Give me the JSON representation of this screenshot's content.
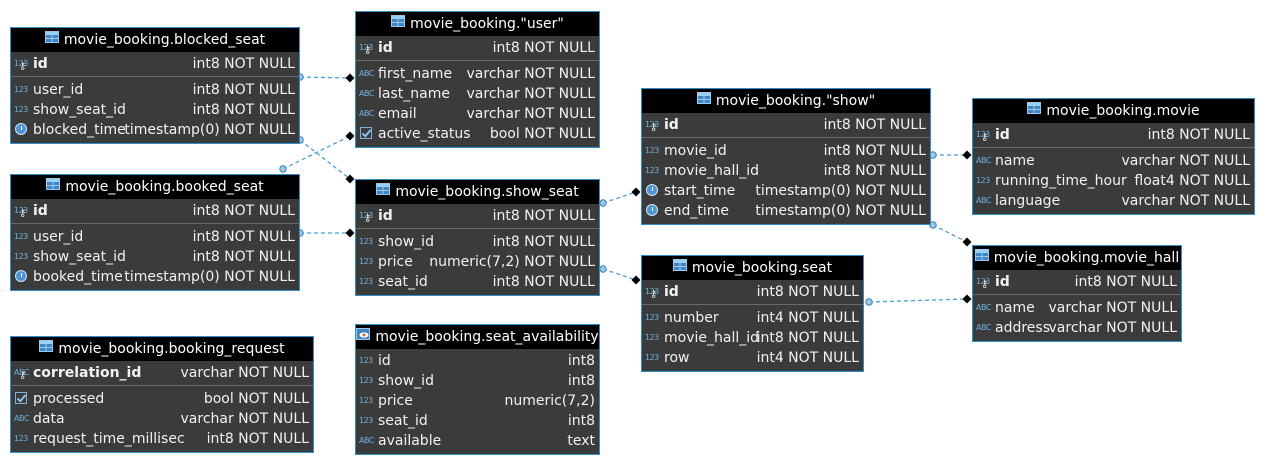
{
  "tables": [
    {
      "id": "blocked_seat",
      "title": "movie_booking.blocked_seat",
      "view": false,
      "pk": [
        {
          "icon": "123-key",
          "name": "id",
          "type": "int8 NOT NULL"
        }
      ],
      "cols": [
        {
          "icon": "123",
          "name": "user_id",
          "type": "int8 NOT NULL"
        },
        {
          "icon": "123",
          "name": "show_seat_id",
          "type": "int8 NOT NULL"
        },
        {
          "icon": "clock",
          "name": "blocked_time",
          "type": "timestamp(0) NOT NULL"
        }
      ]
    },
    {
      "id": "user",
      "title": "movie_booking.\"user\"",
      "view": false,
      "pk": [
        {
          "icon": "123-key",
          "name": "id",
          "type": "int8 NOT NULL"
        }
      ],
      "cols": [
        {
          "icon": "abc",
          "name": "first_name",
          "type": "varchar NOT NULL"
        },
        {
          "icon": "abc",
          "name": "last_name",
          "type": "varchar NOT NULL"
        },
        {
          "icon": "abc",
          "name": "email",
          "type": "varchar NOT NULL"
        },
        {
          "icon": "check",
          "name": "active_status",
          "type": "bool NOT NULL"
        }
      ]
    },
    {
      "id": "booked_seat",
      "title": "movie_booking.booked_seat",
      "view": false,
      "pk": [
        {
          "icon": "123-key",
          "name": "id",
          "type": "int8 NOT NULL"
        }
      ],
      "cols": [
        {
          "icon": "123",
          "name": "user_id",
          "type": "int8 NOT NULL"
        },
        {
          "icon": "123",
          "name": "show_seat_id",
          "type": "int8 NOT NULL"
        },
        {
          "icon": "clock",
          "name": "booked_time",
          "type": "timestamp(0) NOT NULL"
        }
      ]
    },
    {
      "id": "show_seat",
      "title": "movie_booking.show_seat",
      "view": false,
      "pk": [
        {
          "icon": "123-key",
          "name": "id",
          "type": "int8 NOT NULL"
        }
      ],
      "cols": [
        {
          "icon": "123",
          "name": "show_id",
          "type": "int8 NOT NULL"
        },
        {
          "icon": "123",
          "name": "price",
          "type": "numeric(7,2) NOT NULL"
        },
        {
          "icon": "123",
          "name": "seat_id",
          "type": "int8 NOT NULL"
        }
      ]
    },
    {
      "id": "show",
      "title": "movie_booking.\"show\"",
      "view": false,
      "pk": [
        {
          "icon": "123-key",
          "name": "id",
          "type": "int8 NOT NULL"
        }
      ],
      "cols": [
        {
          "icon": "123",
          "name": "movie_id",
          "type": "int8 NOT NULL"
        },
        {
          "icon": "123",
          "name": "movie_hall_id",
          "type": "int8 NOT NULL"
        },
        {
          "icon": "clock",
          "name": "start_time",
          "type": "timestamp(0) NOT NULL"
        },
        {
          "icon": "clock",
          "name": "end_time",
          "type": "timestamp(0) NOT NULL"
        }
      ]
    },
    {
      "id": "movie",
      "title": "movie_booking.movie",
      "view": false,
      "pk": [
        {
          "icon": "123-key",
          "name": "id",
          "type": "int8 NOT NULL"
        }
      ],
      "cols": [
        {
          "icon": "abc",
          "name": "name",
          "type": "varchar NOT NULL"
        },
        {
          "icon": "123",
          "name": "running_time_hour",
          "type": "float4 NOT NULL"
        },
        {
          "icon": "abc",
          "name": "language",
          "type": "varchar NOT NULL"
        }
      ]
    },
    {
      "id": "seat",
      "title": "movie_booking.seat",
      "view": false,
      "pk": [
        {
          "icon": "123-key",
          "name": "id",
          "type": "int8 NOT NULL"
        }
      ],
      "cols": [
        {
          "icon": "123",
          "name": "number",
          "type": "int4 NOT NULL"
        },
        {
          "icon": "123",
          "name": "movie_hall_id",
          "type": "int8 NOT NULL"
        },
        {
          "icon": "123",
          "name": "row",
          "type": "int4 NOT NULL"
        }
      ]
    },
    {
      "id": "movie_hall",
      "title": "movie_booking.movie_hall",
      "view": false,
      "pk": [
        {
          "icon": "123-key",
          "name": "id",
          "type": "int8 NOT NULL"
        }
      ],
      "cols": [
        {
          "icon": "abc",
          "name": "name",
          "type": "varchar NOT NULL"
        },
        {
          "icon": "abc",
          "name": "address",
          "type": "varchar NOT NULL"
        }
      ]
    },
    {
      "id": "booking_request",
      "title": "movie_booking.booking_request",
      "view": false,
      "pk": [
        {
          "icon": "abc-key",
          "name": "correlation_id",
          "type": "varchar NOT NULL"
        }
      ],
      "cols": [
        {
          "icon": "check",
          "name": "processed",
          "type": "bool NOT NULL"
        },
        {
          "icon": "abc",
          "name": "data",
          "type": "varchar NOT NULL"
        },
        {
          "icon": "123",
          "name": "request_time_millisec",
          "type": "int8 NOT NULL"
        }
      ]
    },
    {
      "id": "seat_availability",
      "title": "movie_booking.seat_availability",
      "view": true,
      "pk": [],
      "cols": [
        {
          "icon": "123",
          "name": "id",
          "type": "int8"
        },
        {
          "icon": "123",
          "name": "show_id",
          "type": "int8"
        },
        {
          "icon": "123",
          "name": "price",
          "type": "numeric(7,2)"
        },
        {
          "icon": "123",
          "name": "seat_id",
          "type": "int8"
        },
        {
          "icon": "abc",
          "name": "available",
          "type": "text"
        }
      ]
    }
  ],
  "relationships": [
    {
      "from": "blocked_seat",
      "to": "user"
    },
    {
      "from": "blocked_seat",
      "to": "show_seat"
    },
    {
      "from": "booked_seat",
      "to": "user"
    },
    {
      "from": "booked_seat",
      "to": "show_seat"
    },
    {
      "from": "show_seat",
      "to": "show"
    },
    {
      "from": "show_seat",
      "to": "seat"
    },
    {
      "from": "show",
      "to": "movie"
    },
    {
      "from": "show",
      "to": "movie_hall"
    },
    {
      "from": "seat",
      "to": "movie_hall"
    }
  ],
  "colors": {
    "header_bg": "#000000",
    "body_bg": "#3b3b3b",
    "border": "#2f8fc9",
    "edge": "#4a9fd6",
    "text": "#f2f2f2"
  }
}
